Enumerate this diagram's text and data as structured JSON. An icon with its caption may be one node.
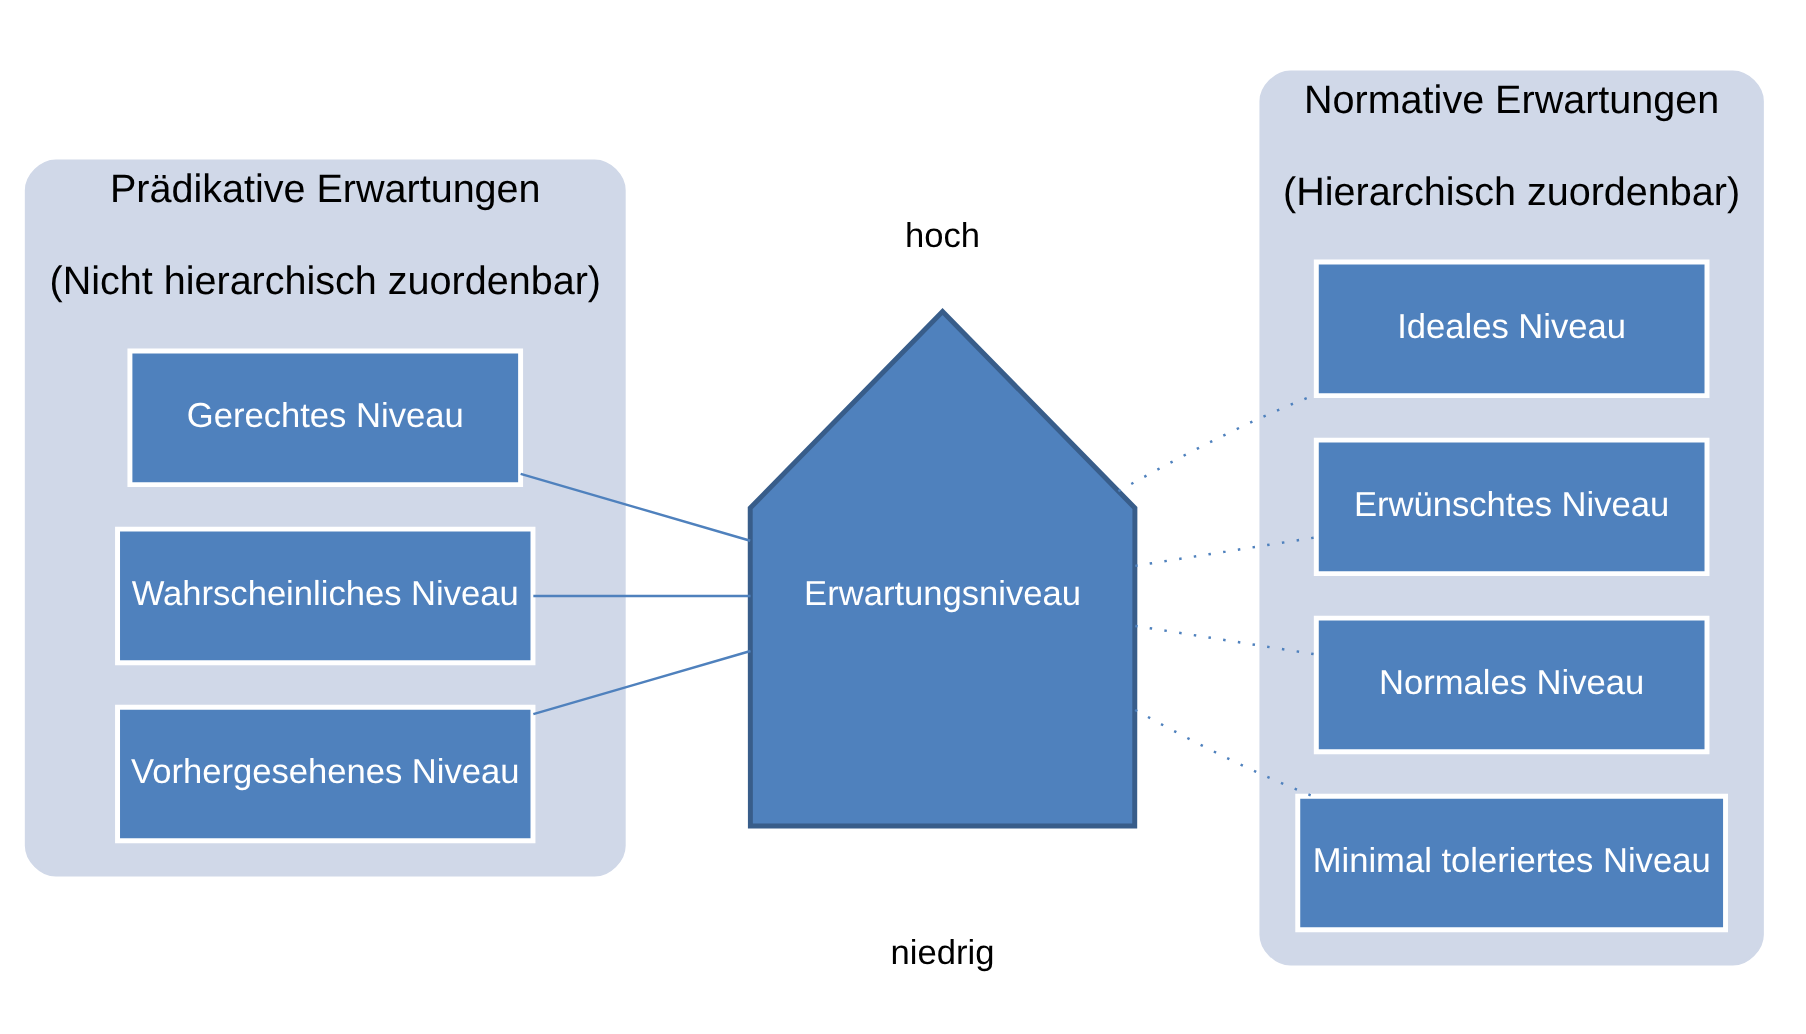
{
  "diagram": {
    "nodes": [
      {
        "text": [
          "Prädikative Erwartungen",
          "(Nicht hierarchisch zuordenbar)"
        ]
      },
      {
        "text": [
          "Gerechtes Niveau"
        ],
        "in": 0
      },
      {
        "text": [
          "Wahrscheinliches Niveau"
        ],
        "in": 0
      },
      {
        "text": [
          "Vorhergesehenes Niveau"
        ],
        "in": 0
      },
      {
        "text": [
          "Erwartungsniveau"
        ],
        "beside": [
          "hoch",
          "niedrig"
        ]
      },
      {
        "text": [
          "Normative Erwartungen",
          "(Hierarchisch zuordenbar)"
        ]
      },
      {
        "text": [
          "Ideales Niveau"
        ],
        "in": 5
      },
      {
        "text": [
          "Erwünschtes Niveau"
        ],
        "in": 5
      },
      {
        "text": [
          "Normales Niveau"
        ],
        "in": 5
      },
      {
        "text": [
          "Minimal toleriertes Niveau"
        ],
        "in": 5
      }
    ],
    "edges": [
      {
        "from": 1,
        "to": 4,
        "arrow": "none"
      },
      {
        "from": 2,
        "to": 4,
        "arrow": "none"
      },
      {
        "from": 3,
        "to": 4,
        "arrow": "none"
      },
      {
        "from": 4,
        "to": 6,
        "arrow": "none",
        "style": "dashed"
      },
      {
        "from": 4,
        "to": 7,
        "arrow": "none",
        "style": "dashed"
      },
      {
        "from": 4,
        "to": 8,
        "arrow": "none",
        "style": "dashed"
      },
      {
        "from": 4,
        "to": 9,
        "arrow": "none",
        "style": "dashed"
      }
    ]
  }
}
